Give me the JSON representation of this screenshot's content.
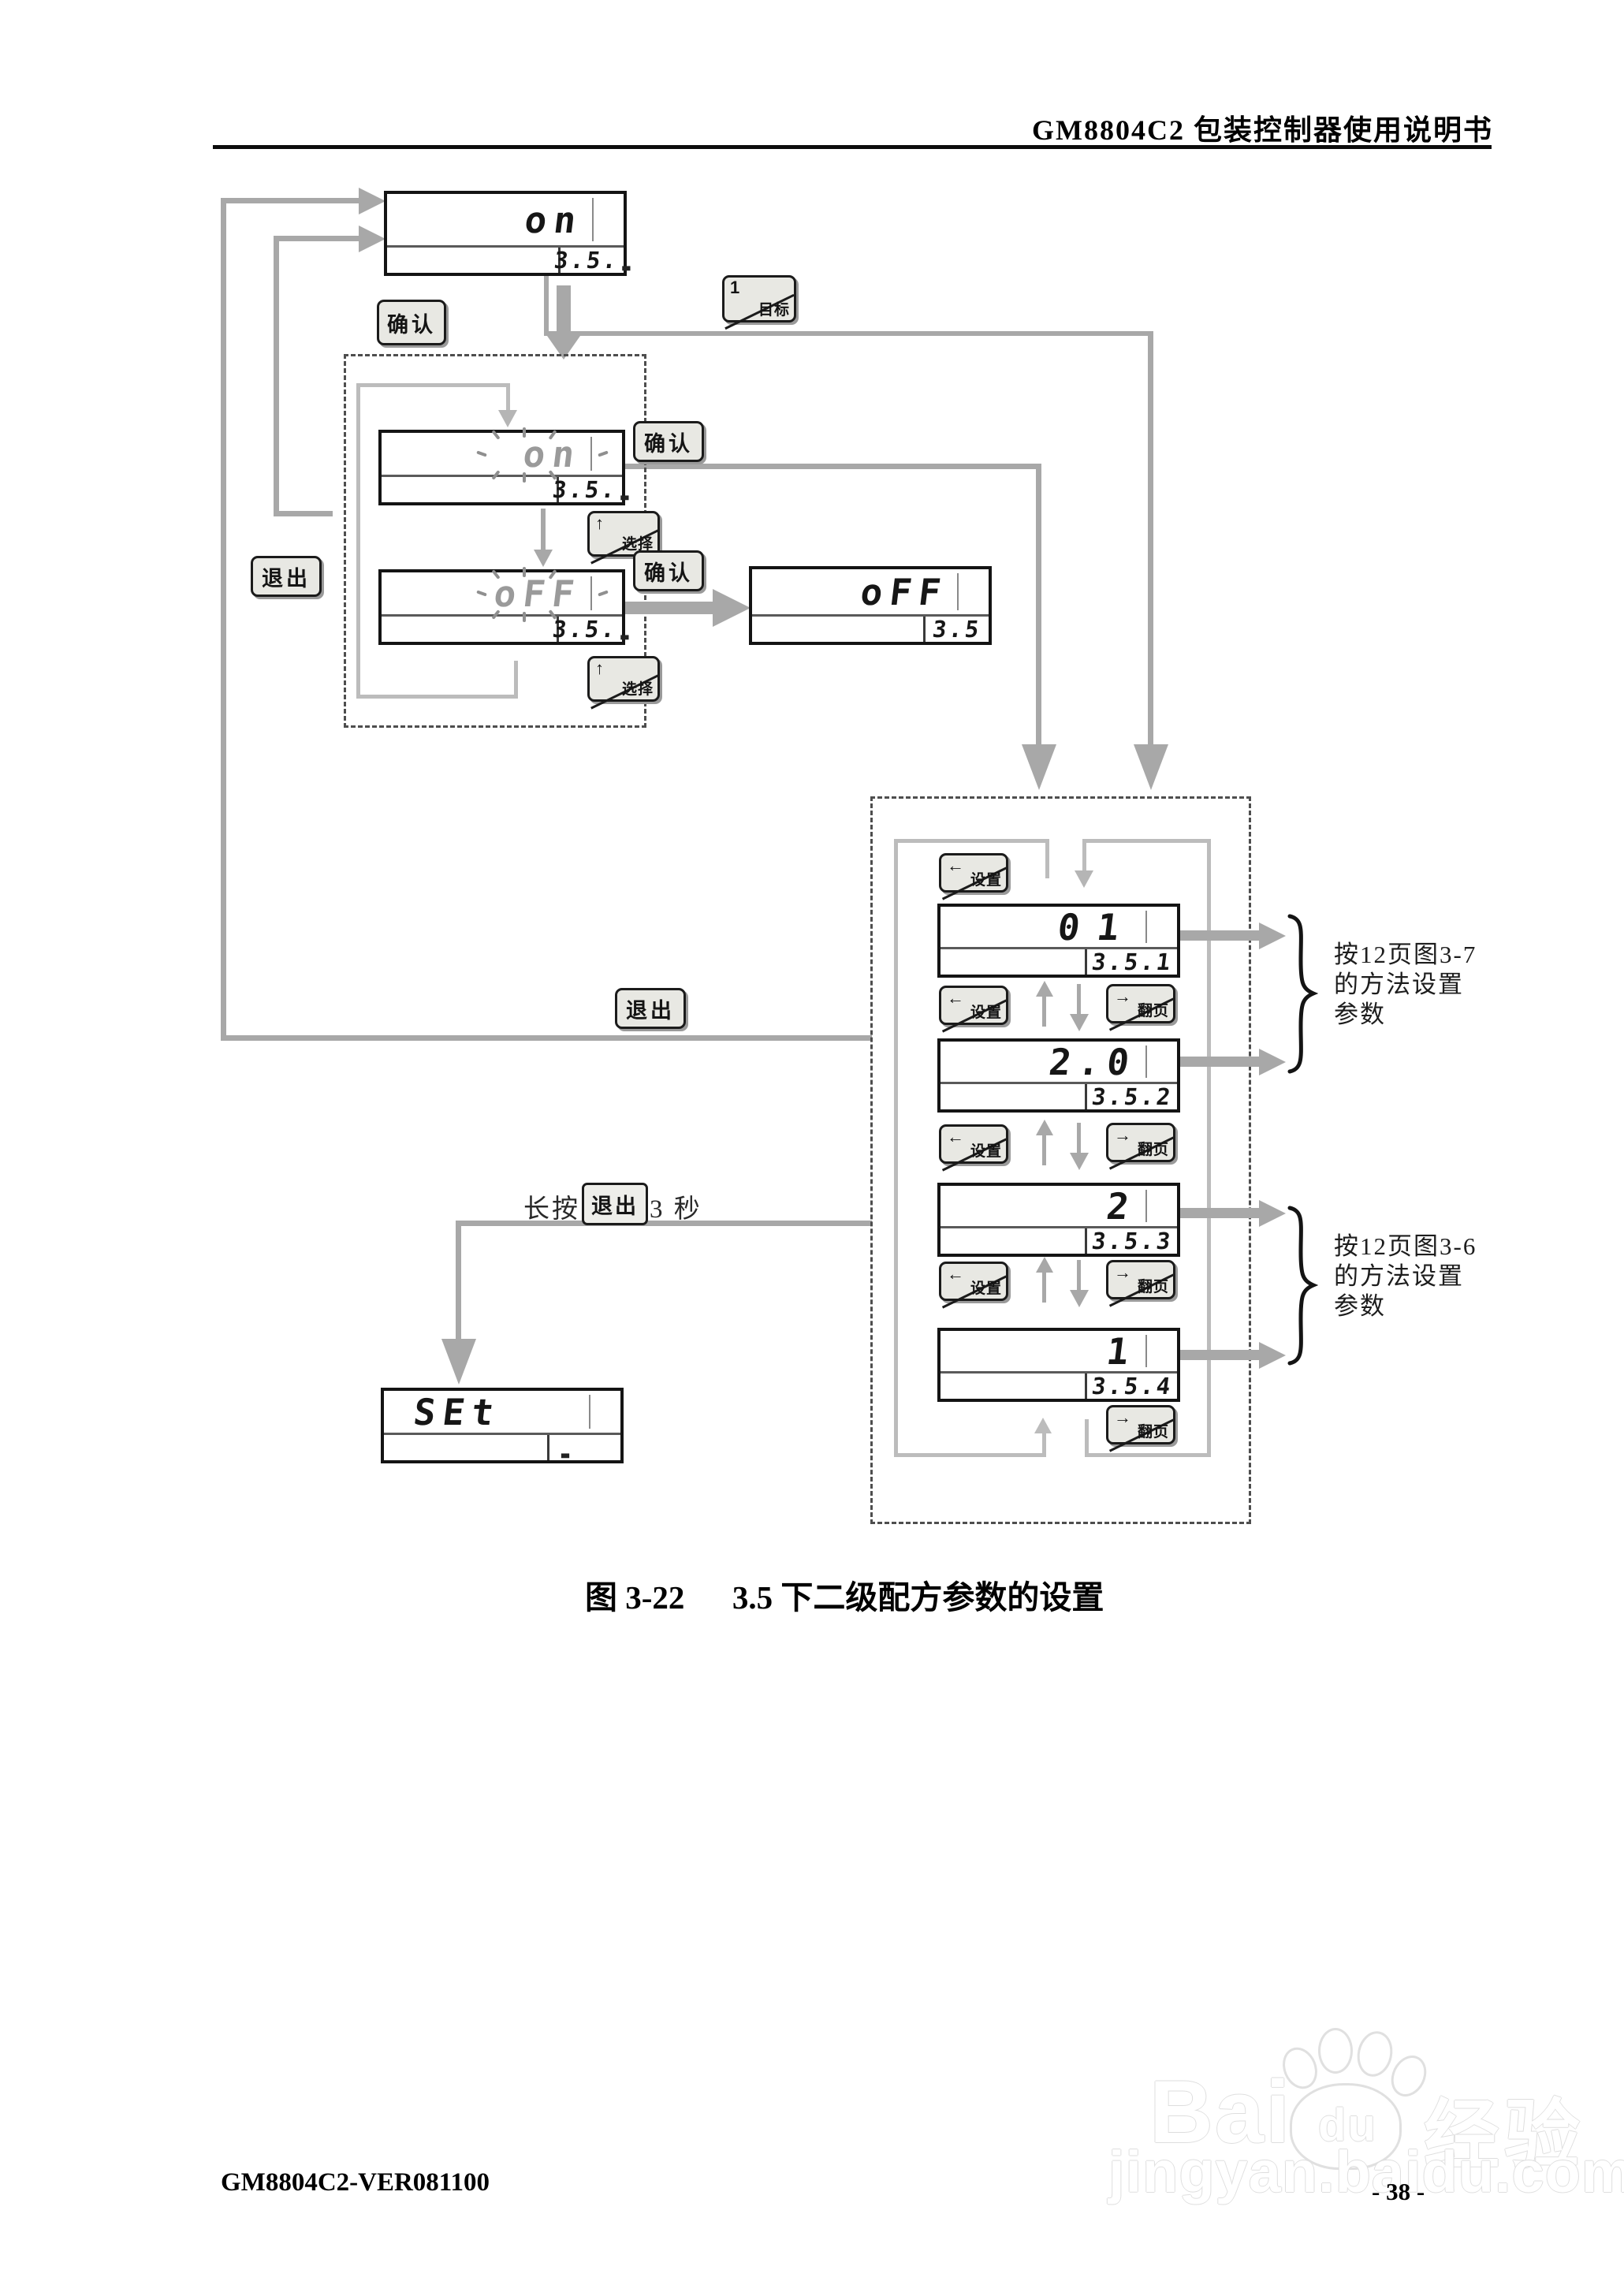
{
  "header": {
    "title": "GM8804C2 包装控制器使用说明书"
  },
  "buttons": {
    "confirm": "确认",
    "exit": "退出",
    "select": "选择",
    "setup": "设置",
    "page_turn": "翻页",
    "target": "目标",
    "target_number": "1",
    "up_arrow": "↑",
    "down_arrow": "↓",
    "left_arrow": "←",
    "right_arrow": "→"
  },
  "displays": {
    "top": {
      "main": "on",
      "sub": "3.5.",
      "cursor": "▃"
    },
    "flash_on": {
      "main": "on",
      "sub": "3.5.",
      "cursor": "▃"
    },
    "flash_off": {
      "main": "oFF",
      "sub": "3.5.",
      "cursor": "▃"
    },
    "result_off": {
      "main": "oFF",
      "sub": "3.5"
    },
    "param1": {
      "main": "01",
      "sub": "3.5.1"
    },
    "param2": {
      "main": "2.0",
      "sub": "3.5.2"
    },
    "param3": {
      "main": "2",
      "sub": "3.5.3"
    },
    "param4": {
      "main": "1",
      "sub": "3.5.4"
    },
    "set": {
      "main": "SEt",
      "cursor": "▃"
    }
  },
  "annotations": {
    "note_top": {
      "line1": "按12页图3-7",
      "line2": "的方法设置",
      "line3": "参数"
    },
    "note_bottom": {
      "line1": "按12页图3-6",
      "line2": "的方法设置",
      "line3": "参数"
    },
    "long_press_prefix": "长按",
    "long_press_suffix": "3 秒"
  },
  "caption": {
    "figure": "图 3-22",
    "title": "3.5 下二级配方参数的设置"
  },
  "footer": {
    "version": "GM8804C2-VER081100",
    "page": "- 38 -"
  },
  "watermark": {
    "bai": "Bai",
    "du": "du",
    "brand_suffix": "经验",
    "url": "jingyan.baidu.com"
  }
}
